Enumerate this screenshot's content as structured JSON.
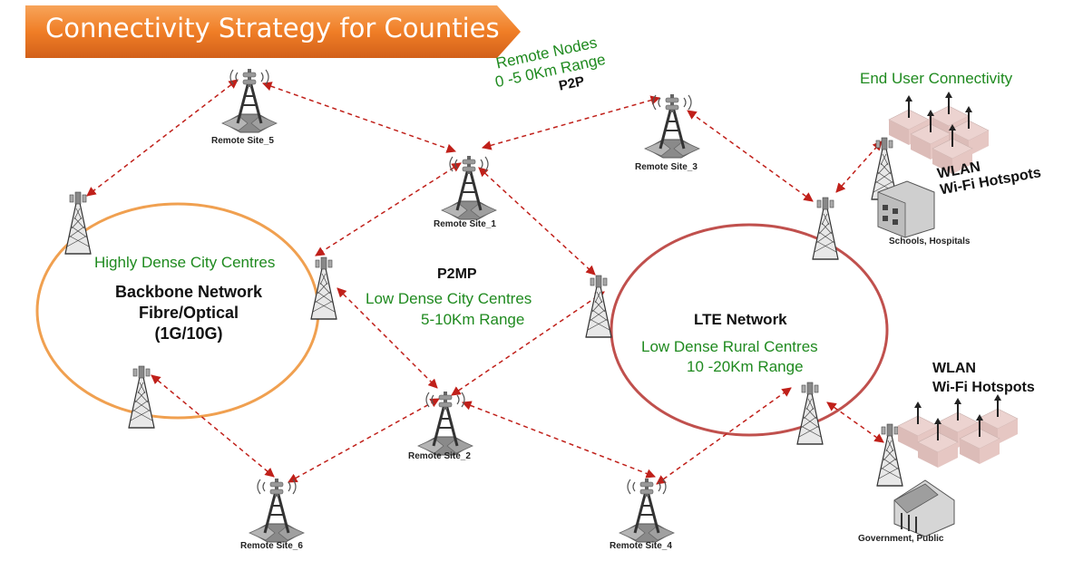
{
  "title": "Connectivity Strategy for Counties",
  "colors": {
    "banner": "#f07e26",
    "backbone_ring": "#f0a050",
    "lte_ring": "#c0504d",
    "links": "#c0201a",
    "green_text": "#1f8a1f"
  },
  "sites": {
    "site1": "Remote Site_1",
    "site2": "Remote Site_2",
    "site3": "Remote Site_3",
    "site4": "Remote Site_4",
    "site5": "Remote Site_5",
    "site6": "Remote Site_6"
  },
  "remote_nodes": {
    "line1": "Remote Nodes",
    "line2": "0 -5 0Km Range",
    "line3": "P2P"
  },
  "end_user": "End User Connectivity",
  "backbone": {
    "dense": "Highly Dense City Centres",
    "line1": "Backbone Network",
    "line2": "Fibre/Optical",
    "line3": "(1G/10G)"
  },
  "p2mp": {
    "title": "P2MP",
    "line1": "Low  Dense City Centres",
    "line2": "5-10Km Range"
  },
  "lte": {
    "title": "LTE Network",
    "line1": "Low  Dense Rural  Centres",
    "line2": "10 -20Km Range"
  },
  "wlan_top": {
    "line1": "WLAN",
    "line2": "Wi-Fi Hotspots",
    "caption": "Schools, Hospitals"
  },
  "wlan_bottom": {
    "line1": "WLAN",
    "line2": "Wi-Fi Hotspots",
    "caption": "Government, Public"
  }
}
